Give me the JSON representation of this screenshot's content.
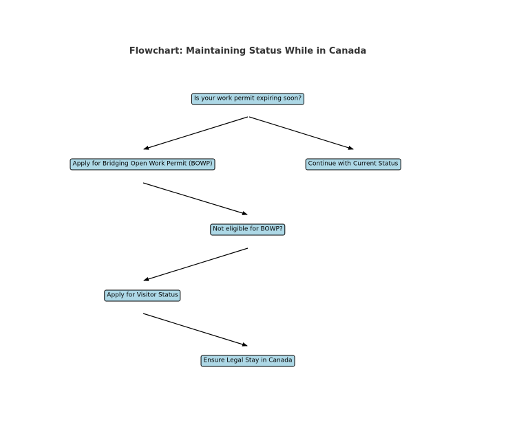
{
  "title": "Flowchart: Maintaining Status While in Canada",
  "nodes": {
    "q_expiring": {
      "label": "Is your work permit expiring soon?"
    },
    "apply_bowp": {
      "label": "Apply for Bridging Open Work Permit (BOWP)"
    },
    "continue_status": {
      "label": "Continue with Current Status"
    },
    "not_eligible": {
      "label": "Not eligible for BOWP?"
    },
    "apply_visitor": {
      "label": "Apply for Visitor Status"
    },
    "ensure_legal": {
      "label": "Ensure Legal Stay in Canada"
    }
  },
  "edges": [
    {
      "from": "q_expiring",
      "to": "apply_bowp"
    },
    {
      "from": "q_expiring",
      "to": "continue_status"
    },
    {
      "from": "apply_bowp",
      "to": "not_eligible"
    },
    {
      "from": "not_eligible",
      "to": "apply_visitor"
    },
    {
      "from": "apply_visitor",
      "to": "ensure_legal"
    }
  ],
  "colors": {
    "node_fill": "#add8e6",
    "node_border": "#000000",
    "arrow": "#000000",
    "title_text": "#333333"
  }
}
